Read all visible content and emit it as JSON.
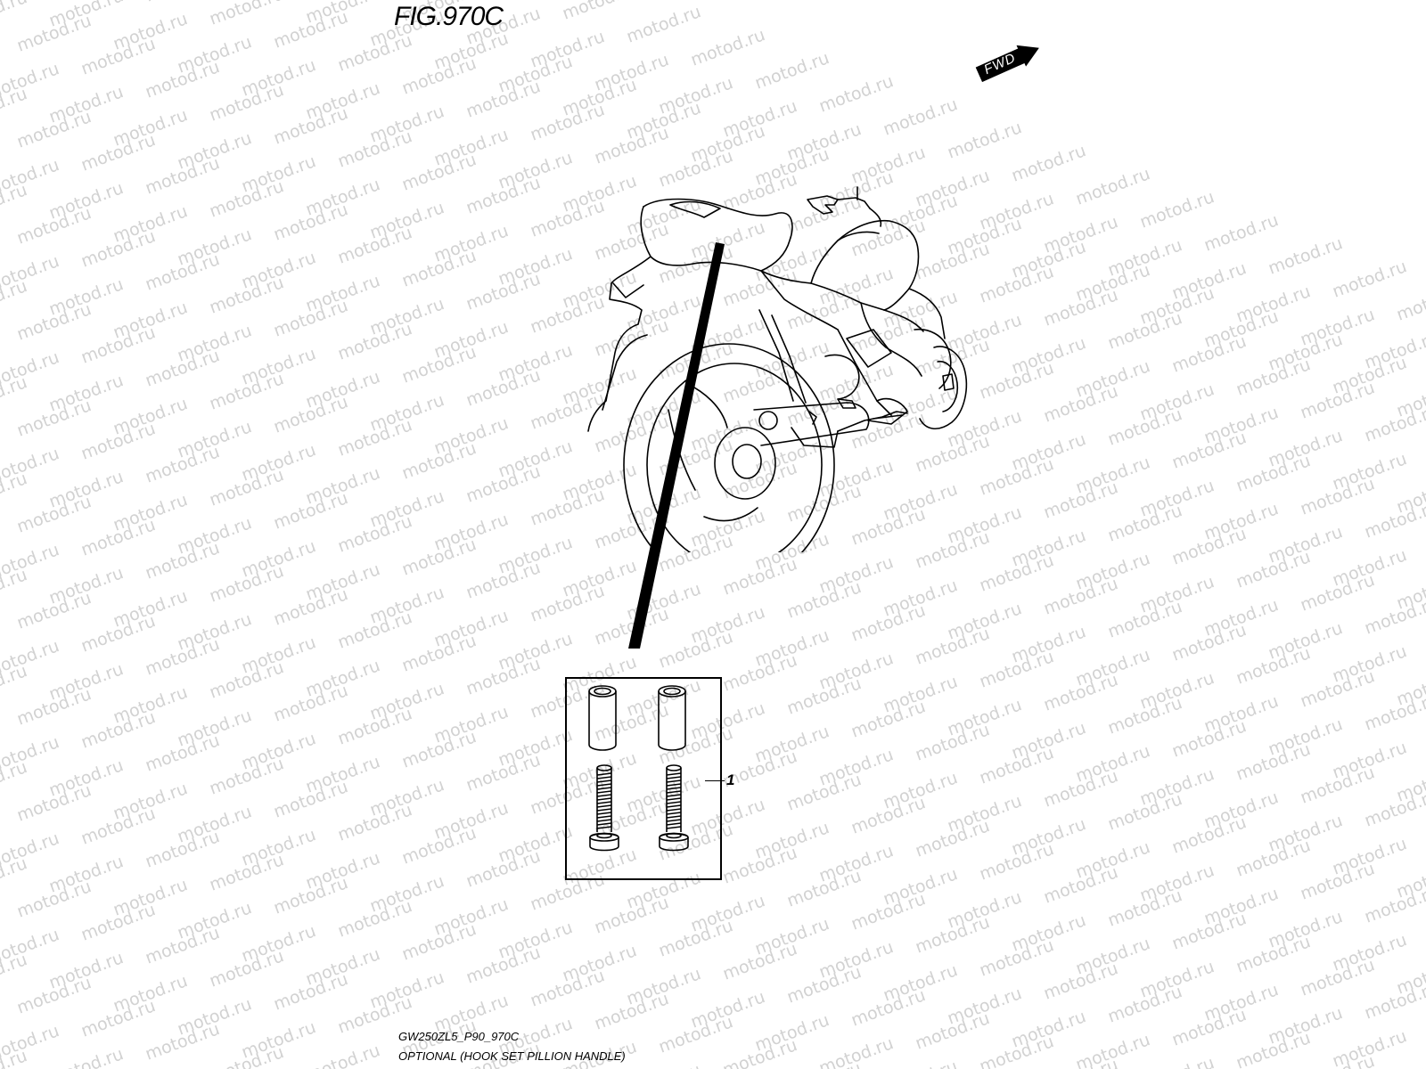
{
  "figure": {
    "title": "FIG.970C",
    "code": "GW250ZL5_P90_970C",
    "caption": "OPTIONAL (HOOK SET PILLION HANDLE)"
  },
  "direction_label": "FWD",
  "callout": {
    "ref_number": "1"
  },
  "watermark": {
    "text": "motod.ru",
    "color": "#d2d2d2"
  },
  "parts": [
    {
      "name": "collar",
      "count": 2
    },
    {
      "name": "bolt",
      "count": 2
    }
  ]
}
